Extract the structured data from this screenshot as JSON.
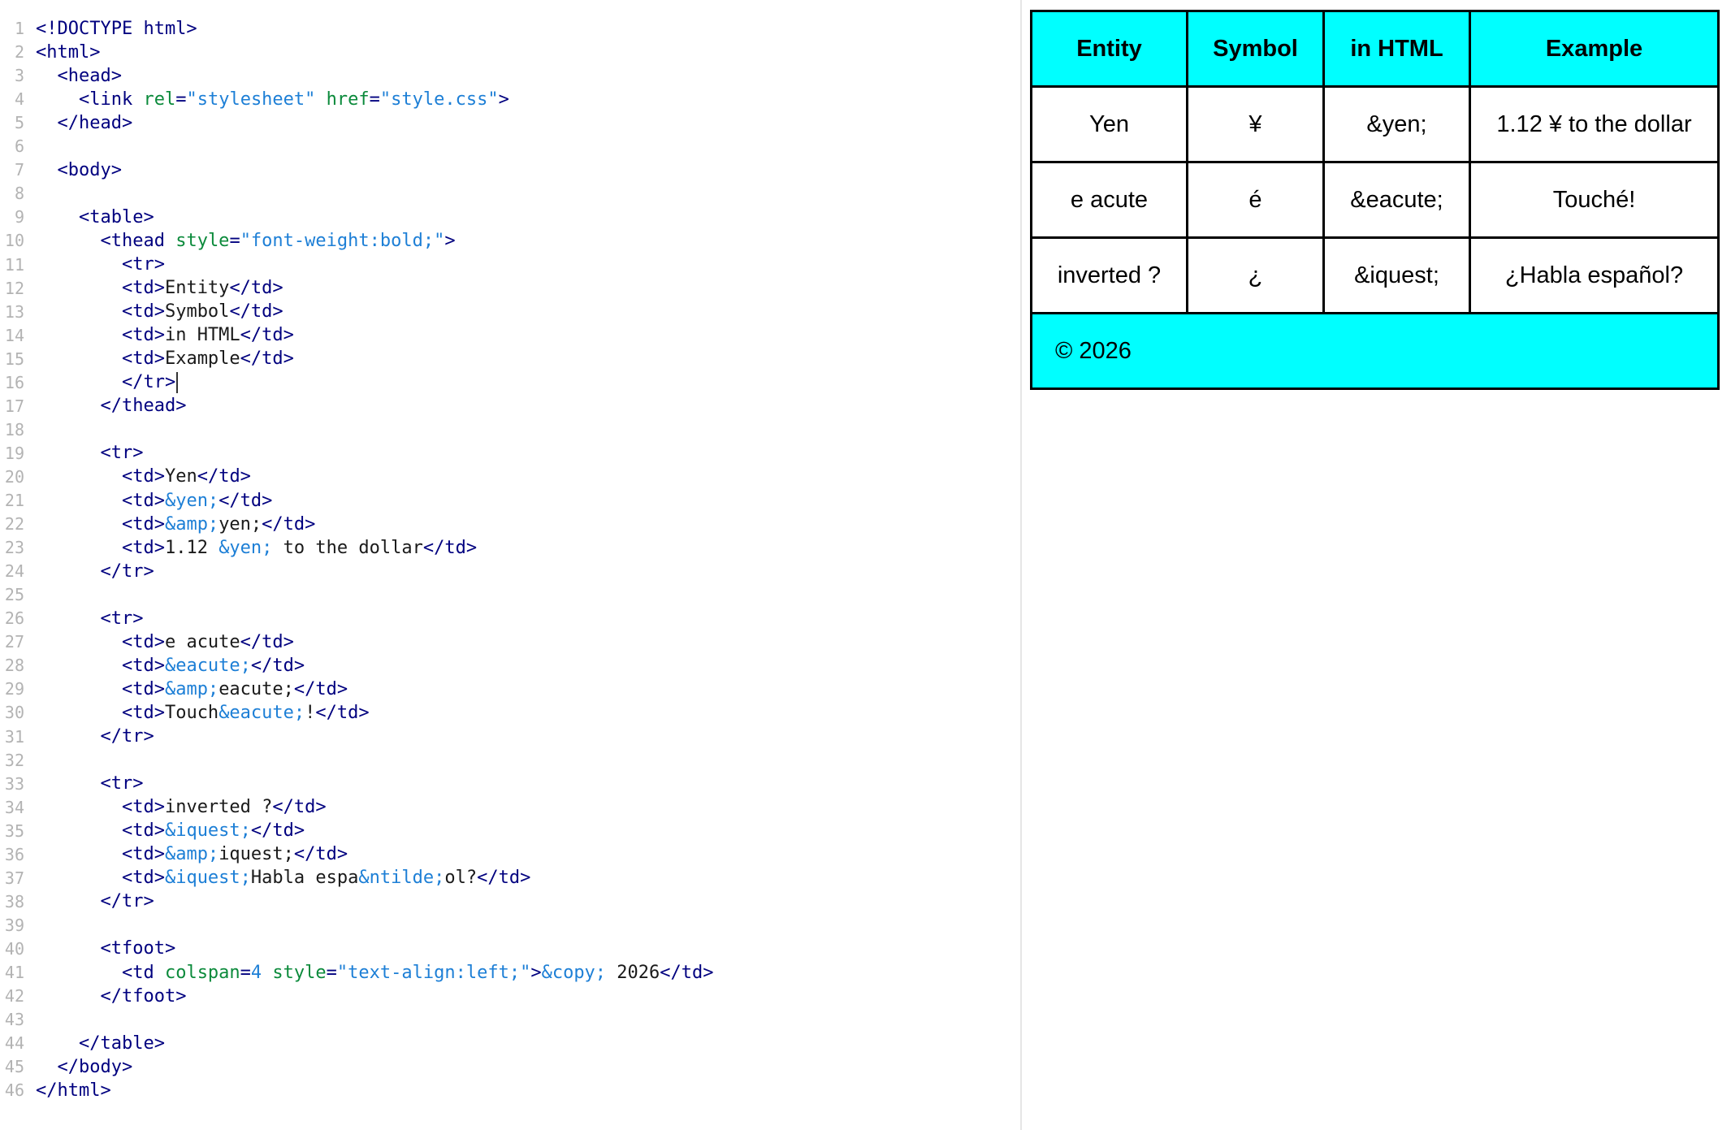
{
  "editor": {
    "lines": [
      [
        {
          "t": "tag",
          "v": "<!DOCTYPE html>"
        }
      ],
      [
        {
          "t": "tag",
          "v": "<html>"
        }
      ],
      [
        {
          "t": "txt",
          "v": "  "
        },
        {
          "t": "tag",
          "v": "<head>"
        }
      ],
      [
        {
          "t": "txt",
          "v": "    "
        },
        {
          "t": "tag",
          "v": "<link "
        },
        {
          "t": "attr",
          "v": "rel"
        },
        {
          "t": "tag",
          "v": "="
        },
        {
          "t": "str",
          "v": "\"stylesheet\""
        },
        {
          "t": "txt",
          "v": " "
        },
        {
          "t": "attr",
          "v": "href"
        },
        {
          "t": "tag",
          "v": "="
        },
        {
          "t": "str",
          "v": "\"style.css\""
        },
        {
          "t": "tag",
          "v": ">"
        }
      ],
      [
        {
          "t": "txt",
          "v": "  "
        },
        {
          "t": "tag",
          "v": "</head>"
        }
      ],
      [],
      [
        {
          "t": "txt",
          "v": "  "
        },
        {
          "t": "tag",
          "v": "<body>"
        }
      ],
      [],
      [
        {
          "t": "txt",
          "v": "    "
        },
        {
          "t": "tag",
          "v": "<table>"
        }
      ],
      [
        {
          "t": "txt",
          "v": "      "
        },
        {
          "t": "tag",
          "v": "<thead "
        },
        {
          "t": "attr",
          "v": "style"
        },
        {
          "t": "tag",
          "v": "="
        },
        {
          "t": "str",
          "v": "\"font-weight:bold;\""
        },
        {
          "t": "tag",
          "v": ">"
        }
      ],
      [
        {
          "t": "txt",
          "v": "        "
        },
        {
          "t": "tag",
          "v": "<tr>"
        }
      ],
      [
        {
          "t": "txt",
          "v": "        "
        },
        {
          "t": "tag",
          "v": "<td>"
        },
        {
          "t": "txt",
          "v": "Entity"
        },
        {
          "t": "tag",
          "v": "</td>"
        }
      ],
      [
        {
          "t": "txt",
          "v": "        "
        },
        {
          "t": "tag",
          "v": "<td>"
        },
        {
          "t": "txt",
          "v": "Symbol"
        },
        {
          "t": "tag",
          "v": "</td>"
        }
      ],
      [
        {
          "t": "txt",
          "v": "        "
        },
        {
          "t": "tag",
          "v": "<td>"
        },
        {
          "t": "txt",
          "v": "in HTML"
        },
        {
          "t": "tag",
          "v": "</td>"
        }
      ],
      [
        {
          "t": "txt",
          "v": "        "
        },
        {
          "t": "tag",
          "v": "<td>"
        },
        {
          "t": "txt",
          "v": "Example"
        },
        {
          "t": "tag",
          "v": "</td>"
        }
      ],
      [
        {
          "t": "txt",
          "v": "        "
        },
        {
          "t": "tag",
          "v": "</tr>"
        },
        {
          "t": "caret",
          "v": ""
        }
      ],
      [
        {
          "t": "txt",
          "v": "      "
        },
        {
          "t": "tag",
          "v": "</thead>"
        }
      ],
      [],
      [
        {
          "t": "txt",
          "v": "      "
        },
        {
          "t": "tag",
          "v": "<tr>"
        }
      ],
      [
        {
          "t": "txt",
          "v": "        "
        },
        {
          "t": "tag",
          "v": "<td>"
        },
        {
          "t": "txt",
          "v": "Yen"
        },
        {
          "t": "tag",
          "v": "</td>"
        }
      ],
      [
        {
          "t": "txt",
          "v": "        "
        },
        {
          "t": "tag",
          "v": "<td>"
        },
        {
          "t": "ent",
          "v": "&yen;"
        },
        {
          "t": "tag",
          "v": "</td>"
        }
      ],
      [
        {
          "t": "txt",
          "v": "        "
        },
        {
          "t": "tag",
          "v": "<td>"
        },
        {
          "t": "ent",
          "v": "&amp;"
        },
        {
          "t": "txt",
          "v": "yen;"
        },
        {
          "t": "tag",
          "v": "</td>"
        }
      ],
      [
        {
          "t": "txt",
          "v": "        "
        },
        {
          "t": "tag",
          "v": "<td>"
        },
        {
          "t": "txt",
          "v": "1.12 "
        },
        {
          "t": "ent",
          "v": "&yen;"
        },
        {
          "t": "txt",
          "v": " to the dollar"
        },
        {
          "t": "tag",
          "v": "</td>"
        }
      ],
      [
        {
          "t": "txt",
          "v": "      "
        },
        {
          "t": "tag",
          "v": "</tr>"
        }
      ],
      [],
      [
        {
          "t": "txt",
          "v": "      "
        },
        {
          "t": "tag",
          "v": "<tr>"
        }
      ],
      [
        {
          "t": "txt",
          "v": "        "
        },
        {
          "t": "tag",
          "v": "<td>"
        },
        {
          "t": "txt",
          "v": "e acute"
        },
        {
          "t": "tag",
          "v": "</td>"
        }
      ],
      [
        {
          "t": "txt",
          "v": "        "
        },
        {
          "t": "tag",
          "v": "<td>"
        },
        {
          "t": "ent",
          "v": "&eacute;"
        },
        {
          "t": "tag",
          "v": "</td>"
        }
      ],
      [
        {
          "t": "txt",
          "v": "        "
        },
        {
          "t": "tag",
          "v": "<td>"
        },
        {
          "t": "ent",
          "v": "&amp;"
        },
        {
          "t": "txt",
          "v": "eacute;"
        },
        {
          "t": "tag",
          "v": "</td>"
        }
      ],
      [
        {
          "t": "txt",
          "v": "        "
        },
        {
          "t": "tag",
          "v": "<td>"
        },
        {
          "t": "txt",
          "v": "Touch"
        },
        {
          "t": "ent",
          "v": "&eacute;"
        },
        {
          "t": "txt",
          "v": "!"
        },
        {
          "t": "tag",
          "v": "</td>"
        }
      ],
      [
        {
          "t": "txt",
          "v": "      "
        },
        {
          "t": "tag",
          "v": "</tr>"
        }
      ],
      [],
      [
        {
          "t": "txt",
          "v": "      "
        },
        {
          "t": "tag",
          "v": "<tr>"
        }
      ],
      [
        {
          "t": "txt",
          "v": "        "
        },
        {
          "t": "tag",
          "v": "<td>"
        },
        {
          "t": "txt",
          "v": "inverted ?"
        },
        {
          "t": "tag",
          "v": "</td>"
        }
      ],
      [
        {
          "t": "txt",
          "v": "        "
        },
        {
          "t": "tag",
          "v": "<td>"
        },
        {
          "t": "ent",
          "v": "&iquest;"
        },
        {
          "t": "tag",
          "v": "</td>"
        }
      ],
      [
        {
          "t": "txt",
          "v": "        "
        },
        {
          "t": "tag",
          "v": "<td>"
        },
        {
          "t": "ent",
          "v": "&amp;"
        },
        {
          "t": "txt",
          "v": "iquest;"
        },
        {
          "t": "tag",
          "v": "</td>"
        }
      ],
      [
        {
          "t": "txt",
          "v": "        "
        },
        {
          "t": "tag",
          "v": "<td>"
        },
        {
          "t": "ent",
          "v": "&iquest;"
        },
        {
          "t": "txt",
          "v": "Habla espa"
        },
        {
          "t": "ent",
          "v": "&ntilde;"
        },
        {
          "t": "txt",
          "v": "ol?"
        },
        {
          "t": "tag",
          "v": "</td>"
        }
      ],
      [
        {
          "t": "txt",
          "v": "      "
        },
        {
          "t": "tag",
          "v": "</tr>"
        }
      ],
      [],
      [
        {
          "t": "txt",
          "v": "      "
        },
        {
          "t": "tag",
          "v": "<tfoot>"
        }
      ],
      [
        {
          "t": "txt",
          "v": "        "
        },
        {
          "t": "tag",
          "v": "<td "
        },
        {
          "t": "attr",
          "v": "colspan"
        },
        {
          "t": "tag",
          "v": "="
        },
        {
          "t": "str",
          "v": "4"
        },
        {
          "t": "txt",
          "v": " "
        },
        {
          "t": "attr",
          "v": "style"
        },
        {
          "t": "tag",
          "v": "="
        },
        {
          "t": "str",
          "v": "\"text-align:left;\""
        },
        {
          "t": "tag",
          "v": ">"
        },
        {
          "t": "ent",
          "v": "&copy;"
        },
        {
          "t": "txt",
          "v": " 2026"
        },
        {
          "t": "tag",
          "v": "</td>"
        }
      ],
      [
        {
          "t": "txt",
          "v": "      "
        },
        {
          "t": "tag",
          "v": "</tfoot>"
        }
      ],
      [],
      [
        {
          "t": "txt",
          "v": "    "
        },
        {
          "t": "tag",
          "v": "</table>"
        }
      ],
      [
        {
          "t": "txt",
          "v": "  "
        },
        {
          "t": "tag",
          "v": "</body>"
        }
      ],
      [
        {
          "t": "tag",
          "v": "</html>"
        }
      ]
    ]
  },
  "preview": {
    "headers": [
      "Entity",
      "Symbol",
      "in HTML",
      "Example"
    ],
    "rows": [
      [
        "Yen",
        "¥",
        "&yen;",
        "1.12 ¥ to the dollar"
      ],
      [
        "e acute",
        "é",
        "&eacute;",
        "Touché!"
      ],
      [
        "inverted ?",
        "¿",
        "&iquest;",
        "¿Habla español?"
      ]
    ],
    "footer": "© 2026",
    "header_bg": "#00ffff"
  }
}
